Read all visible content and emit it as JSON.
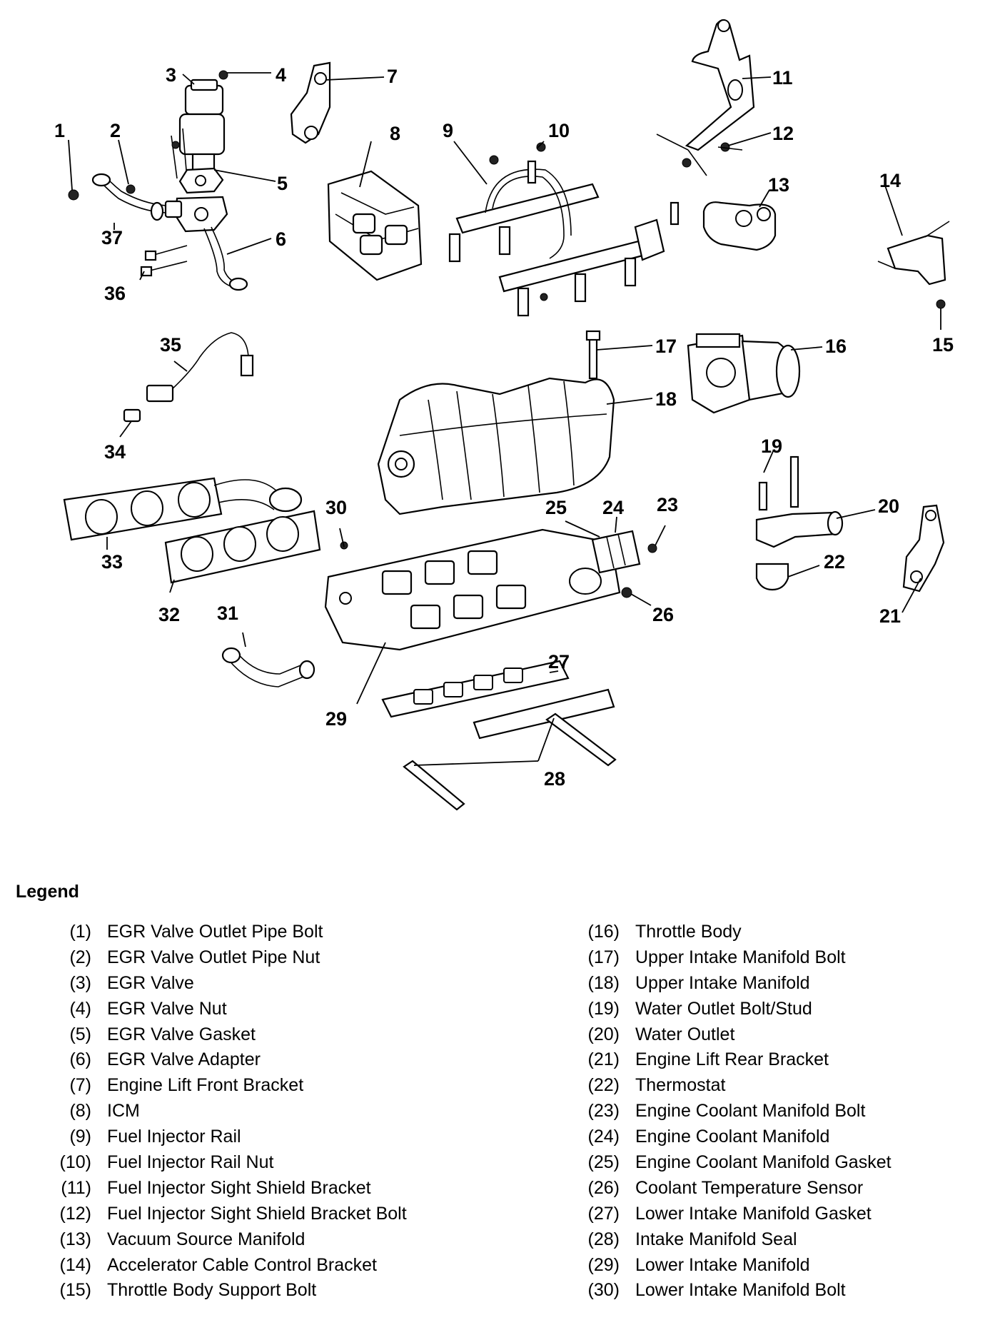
{
  "legend": {
    "title": "Legend",
    "items": [
      {
        "num": "(1)",
        "label": "EGR Valve Outlet Pipe Bolt"
      },
      {
        "num": "(2)",
        "label": "EGR Valve Outlet Pipe Nut"
      },
      {
        "num": "(3)",
        "label": "EGR Valve"
      },
      {
        "num": "(4)",
        "label": "EGR Valve Nut"
      },
      {
        "num": "(5)",
        "label": "EGR Valve Gasket"
      },
      {
        "num": "(6)",
        "label": "EGR Valve Adapter"
      },
      {
        "num": "(7)",
        "label": "Engine Lift Front Bracket"
      },
      {
        "num": "(8)",
        "label": "ICM"
      },
      {
        "num": "(9)",
        "label": "Fuel Injector Rail"
      },
      {
        "num": "(10)",
        "label": "Fuel Injector Rail Nut"
      },
      {
        "num": "(11)",
        "label": "Fuel Injector Sight Shield Bracket"
      },
      {
        "num": "(12)",
        "label": "Fuel Injector Sight Shield Bracket Bolt"
      },
      {
        "num": "(13)",
        "label": "Vacuum Source Manifold"
      },
      {
        "num": "(14)",
        "label": "Accelerator Cable Control Bracket"
      },
      {
        "num": "(15)",
        "label": "Throttle Body Support Bolt"
      },
      {
        "num": "(16)",
        "label": "Throttle Body"
      },
      {
        "num": "(17)",
        "label": "Upper Intake Manifold Bolt"
      },
      {
        "num": "(18)",
        "label": "Upper Intake Manifold"
      },
      {
        "num": "(19)",
        "label": "Water Outlet Bolt/Stud"
      },
      {
        "num": "(20)",
        "label": "Water Outlet"
      },
      {
        "num": "(21)",
        "label": "Engine Lift Rear Bracket"
      },
      {
        "num": "(22)",
        "label": "Thermostat"
      },
      {
        "num": "(23)",
        "label": "Engine Coolant Manifold Bolt"
      },
      {
        "num": "(24)",
        "label": "Engine Coolant Manifold"
      },
      {
        "num": "(25)",
        "label": "Engine Coolant Manifold Gasket"
      },
      {
        "num": "(26)",
        "label": "Coolant Temperature Sensor"
      },
      {
        "num": "(27)",
        "label": "Lower Intake Manifold Gasket"
      },
      {
        "num": "(28)",
        "label": "Intake Manifold Seal"
      },
      {
        "num": "(29)",
        "label": "Lower Intake Manifold"
      },
      {
        "num": "(30)",
        "label": "Lower Intake Manifold Bolt"
      }
    ]
  },
  "callouts": {
    "c1": "1",
    "c2": "2",
    "c3": "3",
    "c4": "4",
    "c5": "5",
    "c6": "6",
    "c7": "7",
    "c8": "8",
    "c9": "9",
    "c10": "10",
    "c11": "11",
    "c12": "12",
    "c13": "13",
    "c14": "14",
    "c15": "15",
    "c16": "16",
    "c17": "17",
    "c18": "18",
    "c19": "19",
    "c20": "20",
    "c21": "21",
    "c22": "22",
    "c23": "23",
    "c24": "24",
    "c25": "25",
    "c26": "26",
    "c27": "27",
    "c28": "28",
    "c29": "29",
    "c30": "30",
    "c31": "31",
    "c32": "32",
    "c33": "33",
    "c34": "34",
    "c35": "35",
    "c36": "36",
    "c37": "37"
  }
}
